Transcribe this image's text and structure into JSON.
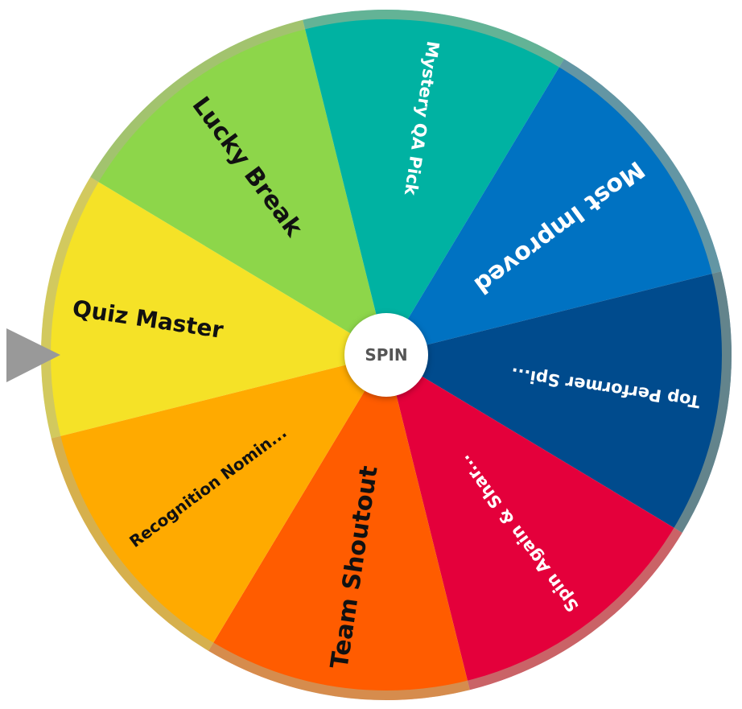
{
  "wheel": {
    "segments": [
      {
        "label": "Quiz Master",
        "color": "#f5e227",
        "text_color": "#111111"
      },
      {
        "label": "Lucky Break",
        "color": "#8dd64a",
        "text_color": "#111111"
      },
      {
        "label": "Mystery QA Pick",
        "color": "#00b2a2",
        "text_color": "#ffffff"
      },
      {
        "label": "Most Improved",
        "color": "#0072c2",
        "text_color": "#ffffff"
      },
      {
        "label": "Top Performer Spi...",
        "color": "#004b8d",
        "text_color": "#ffffff"
      },
      {
        "label": "Spin Again & Shar...",
        "color": "#e4003b",
        "text_color": "#ffffff"
      },
      {
        "label": "Team Shoutout",
        "color": "#ff5c00",
        "text_color": "#111111"
      },
      {
        "label": "Recognition Nomin...",
        "color": "#ffaa00",
        "text_color": "#111111"
      }
    ],
    "spin_label": "SPIN",
    "pointer_color": "#999999"
  }
}
